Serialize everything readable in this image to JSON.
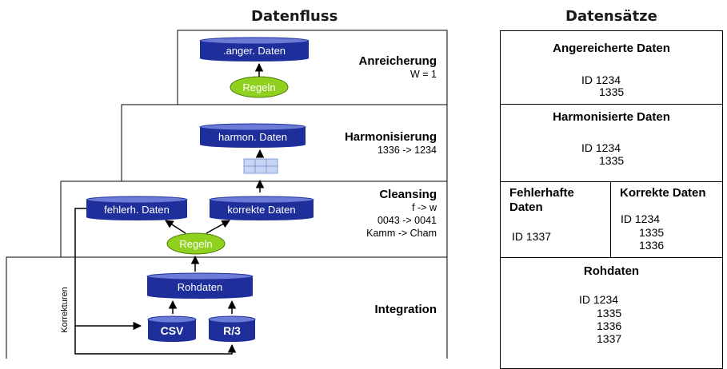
{
  "headings": {
    "left": "Datenfluss",
    "right": "Datensätze"
  },
  "colors": {
    "cylinder": "#1e2f9c",
    "cylinder_top": "#6b7bd6",
    "rules": "#8fd11e",
    "grid_cell": "#c8d6f5"
  },
  "levels": {
    "anreicherung": {
      "title": "Anreicherung",
      "lines": [
        "W = 1"
      ]
    },
    "harmonisierung": {
      "title": "Harmonisierung",
      "lines": [
        "1336 -> 1234"
      ]
    },
    "cleansing": {
      "title": "Cleansing",
      "lines": [
        "f -> w",
        "0043 -> 0041",
        "Kamm -> Cham"
      ]
    },
    "integration": {
      "title": "Integration"
    }
  },
  "nodes": {
    "anger": ".anger. Daten",
    "harmon": "harmon. Daten",
    "fehlerh": "fehlerh. Daten",
    "korrekte": "korrekte Daten",
    "rohdaten": "Rohdaten",
    "csv": "CSV",
    "r3": "R/3",
    "regeln_top": "Regeln",
    "regeln_mid": "Regeln",
    "korrekturen": "Korrekturen"
  },
  "datasets": {
    "angereichert": {
      "title": "Angereicherte Daten",
      "lines": [
        "ID 1234",
        "1335"
      ]
    },
    "harmonisiert": {
      "title": "Harmonisierte Daten",
      "lines": [
        "ID 1234",
        "1335"
      ]
    },
    "fehlerhaft": {
      "title_line1": "Fehlerhafte",
      "title_line2": "Daten",
      "lines": [
        "ID  1337"
      ]
    },
    "korrekt": {
      "title": "Korrekte Daten",
      "lines": [
        "ID  1234",
        "1335",
        "1336"
      ]
    },
    "rohdaten": {
      "title": "Rohdaten",
      "lines": [
        "ID 1234",
        "1335",
        "1336",
        "1337"
      ]
    }
  }
}
